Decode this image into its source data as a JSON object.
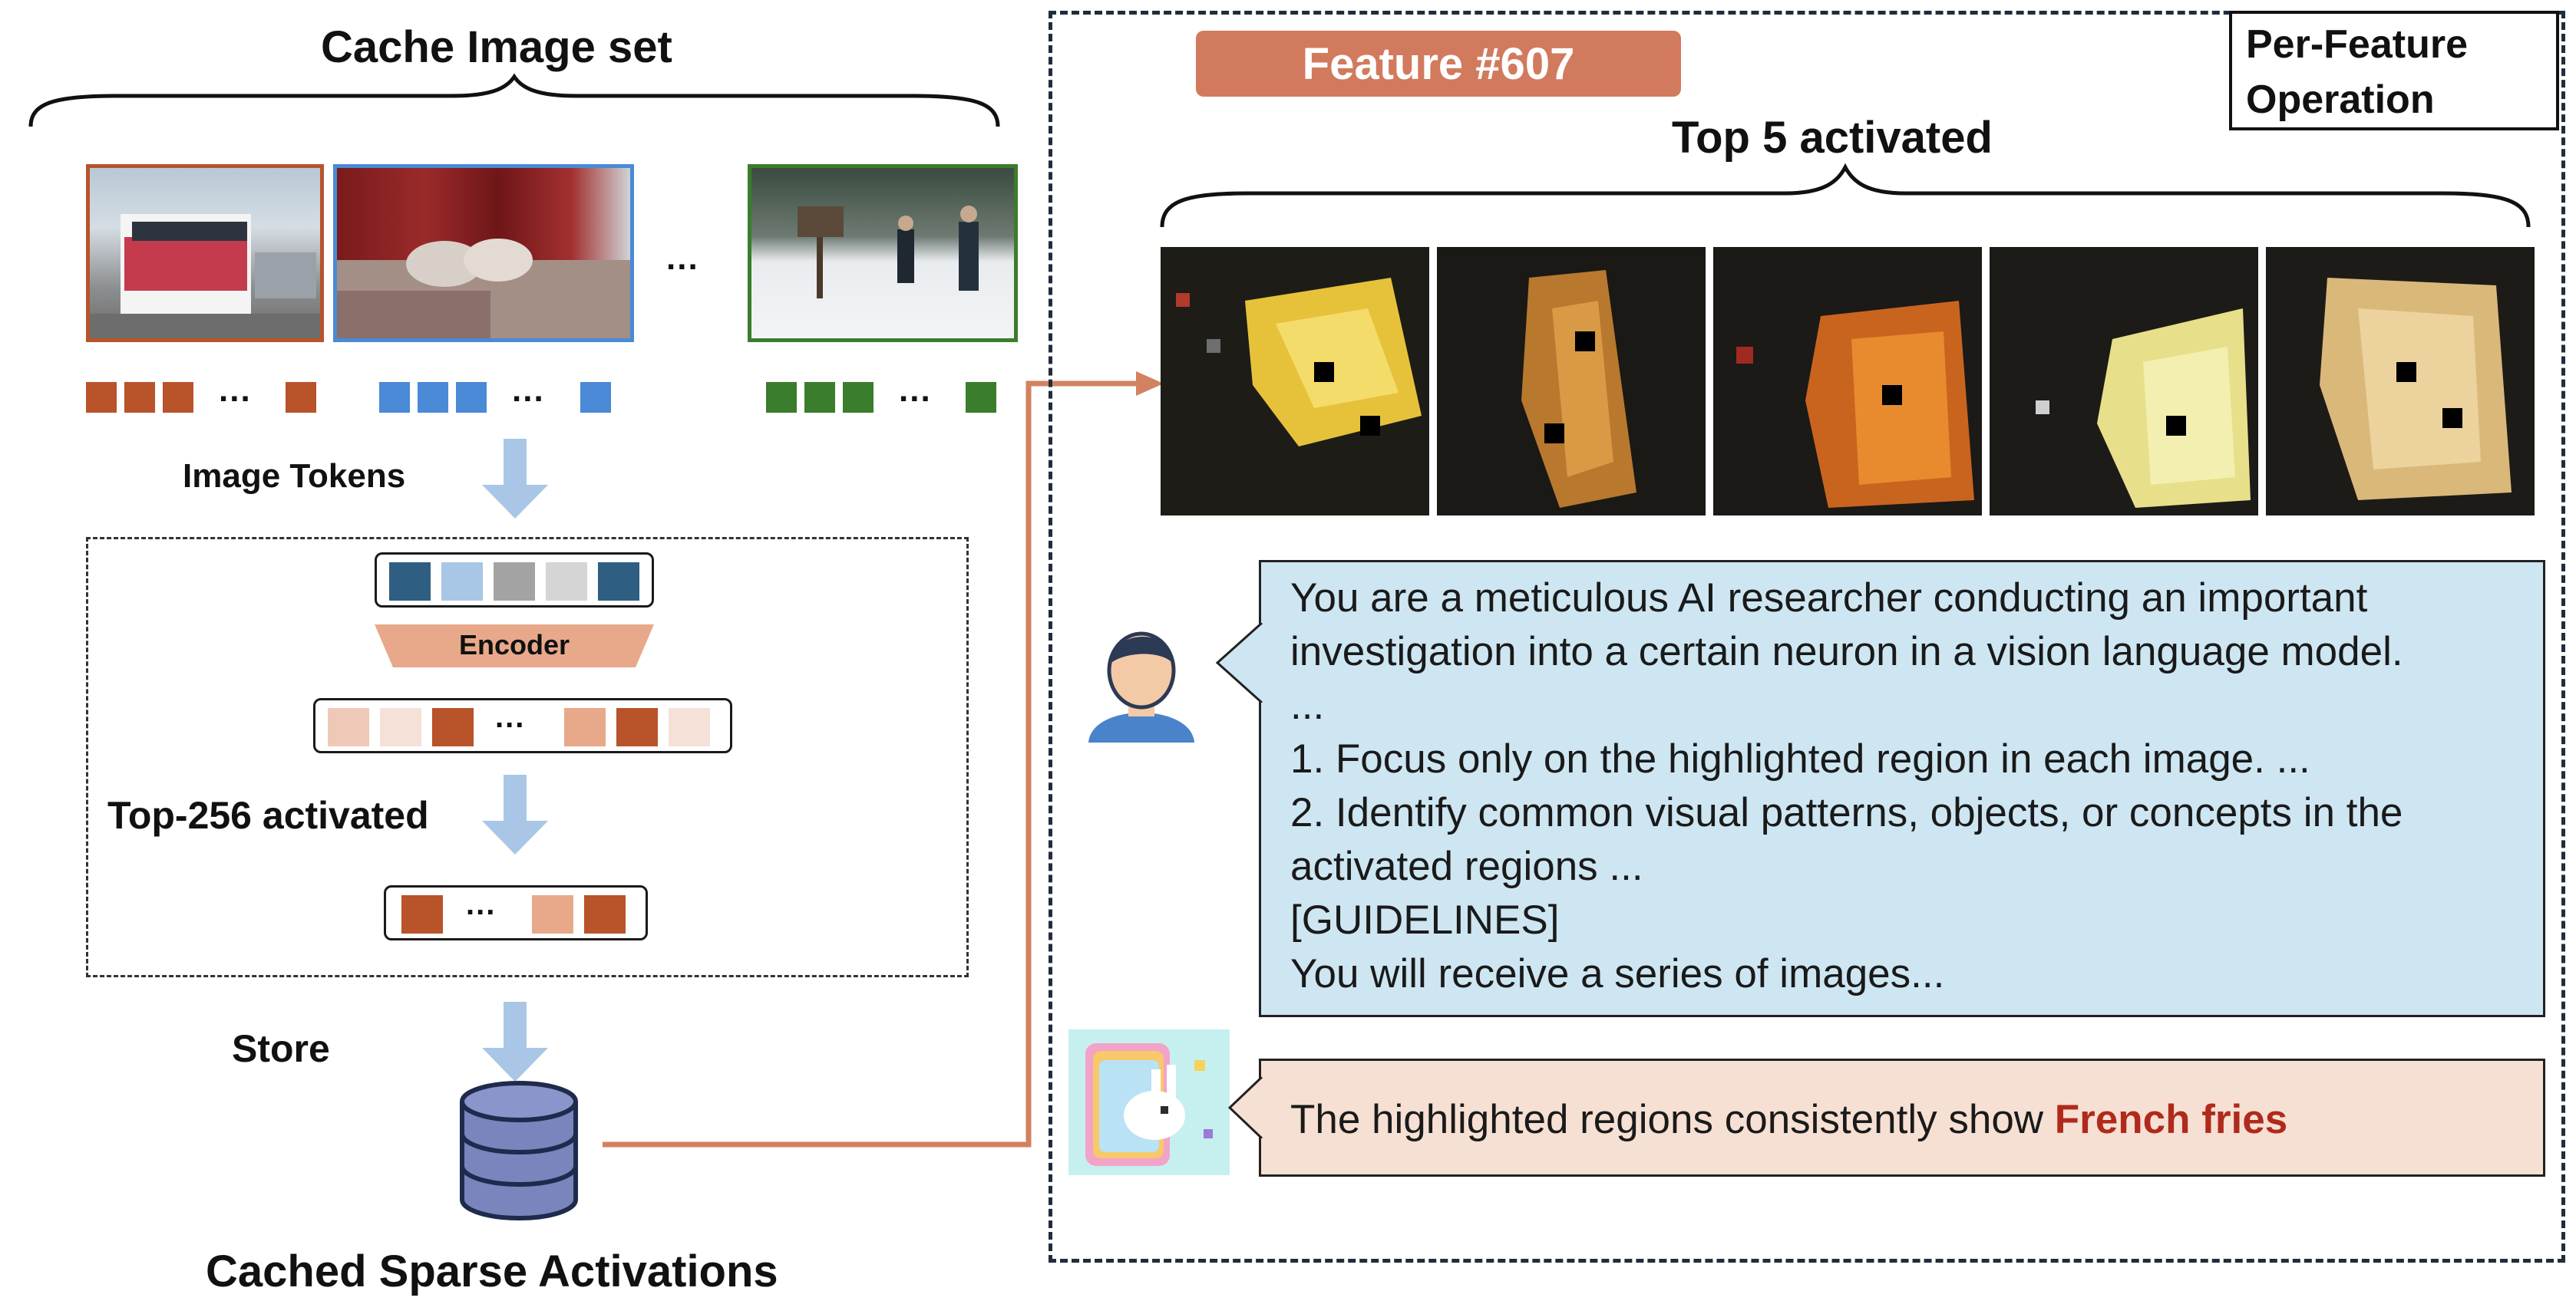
{
  "left": {
    "cache_title": "Cache Image set",
    "ellipsis": "...",
    "image_tokens_label": "Image Tokens",
    "encoder_label": "Encoder",
    "top_activated_label": "Top-256 activated",
    "store_label": "Store",
    "cached_label": "Cached Sparse Activations"
  },
  "right": {
    "feature_badge": "Feature #607",
    "per_feature": [
      "Per-Feature",
      "Operation"
    ],
    "top5_label": "Top 5 activated",
    "prompt_lines": [
      "You are a meticulous AI researcher conducting an important",
      "investigation into a certain neuron in a vision language model.",
      "...",
      "1.  Focus only on the highlighted region in each image. ...",
      "2.  Identify common visual patterns, objects, or concepts in the",
      "      activated regions ...",
      "[GUIDELINES]",
      "You will receive a series of images..."
    ],
    "answer_prefix": "The highlighted regions consistently show ",
    "answer_highlight": "French fries"
  },
  "colors": {
    "orange": "#b8532a",
    "blue": "#4a8ad6",
    "green": "#3a7d2c",
    "badge": "#d27a5e",
    "prompt_bg": "#cde6f2",
    "answer_bg": "#f6e0d3",
    "arrow_blue": "#a9c6e6",
    "fries_red": "#b02a1c"
  }
}
